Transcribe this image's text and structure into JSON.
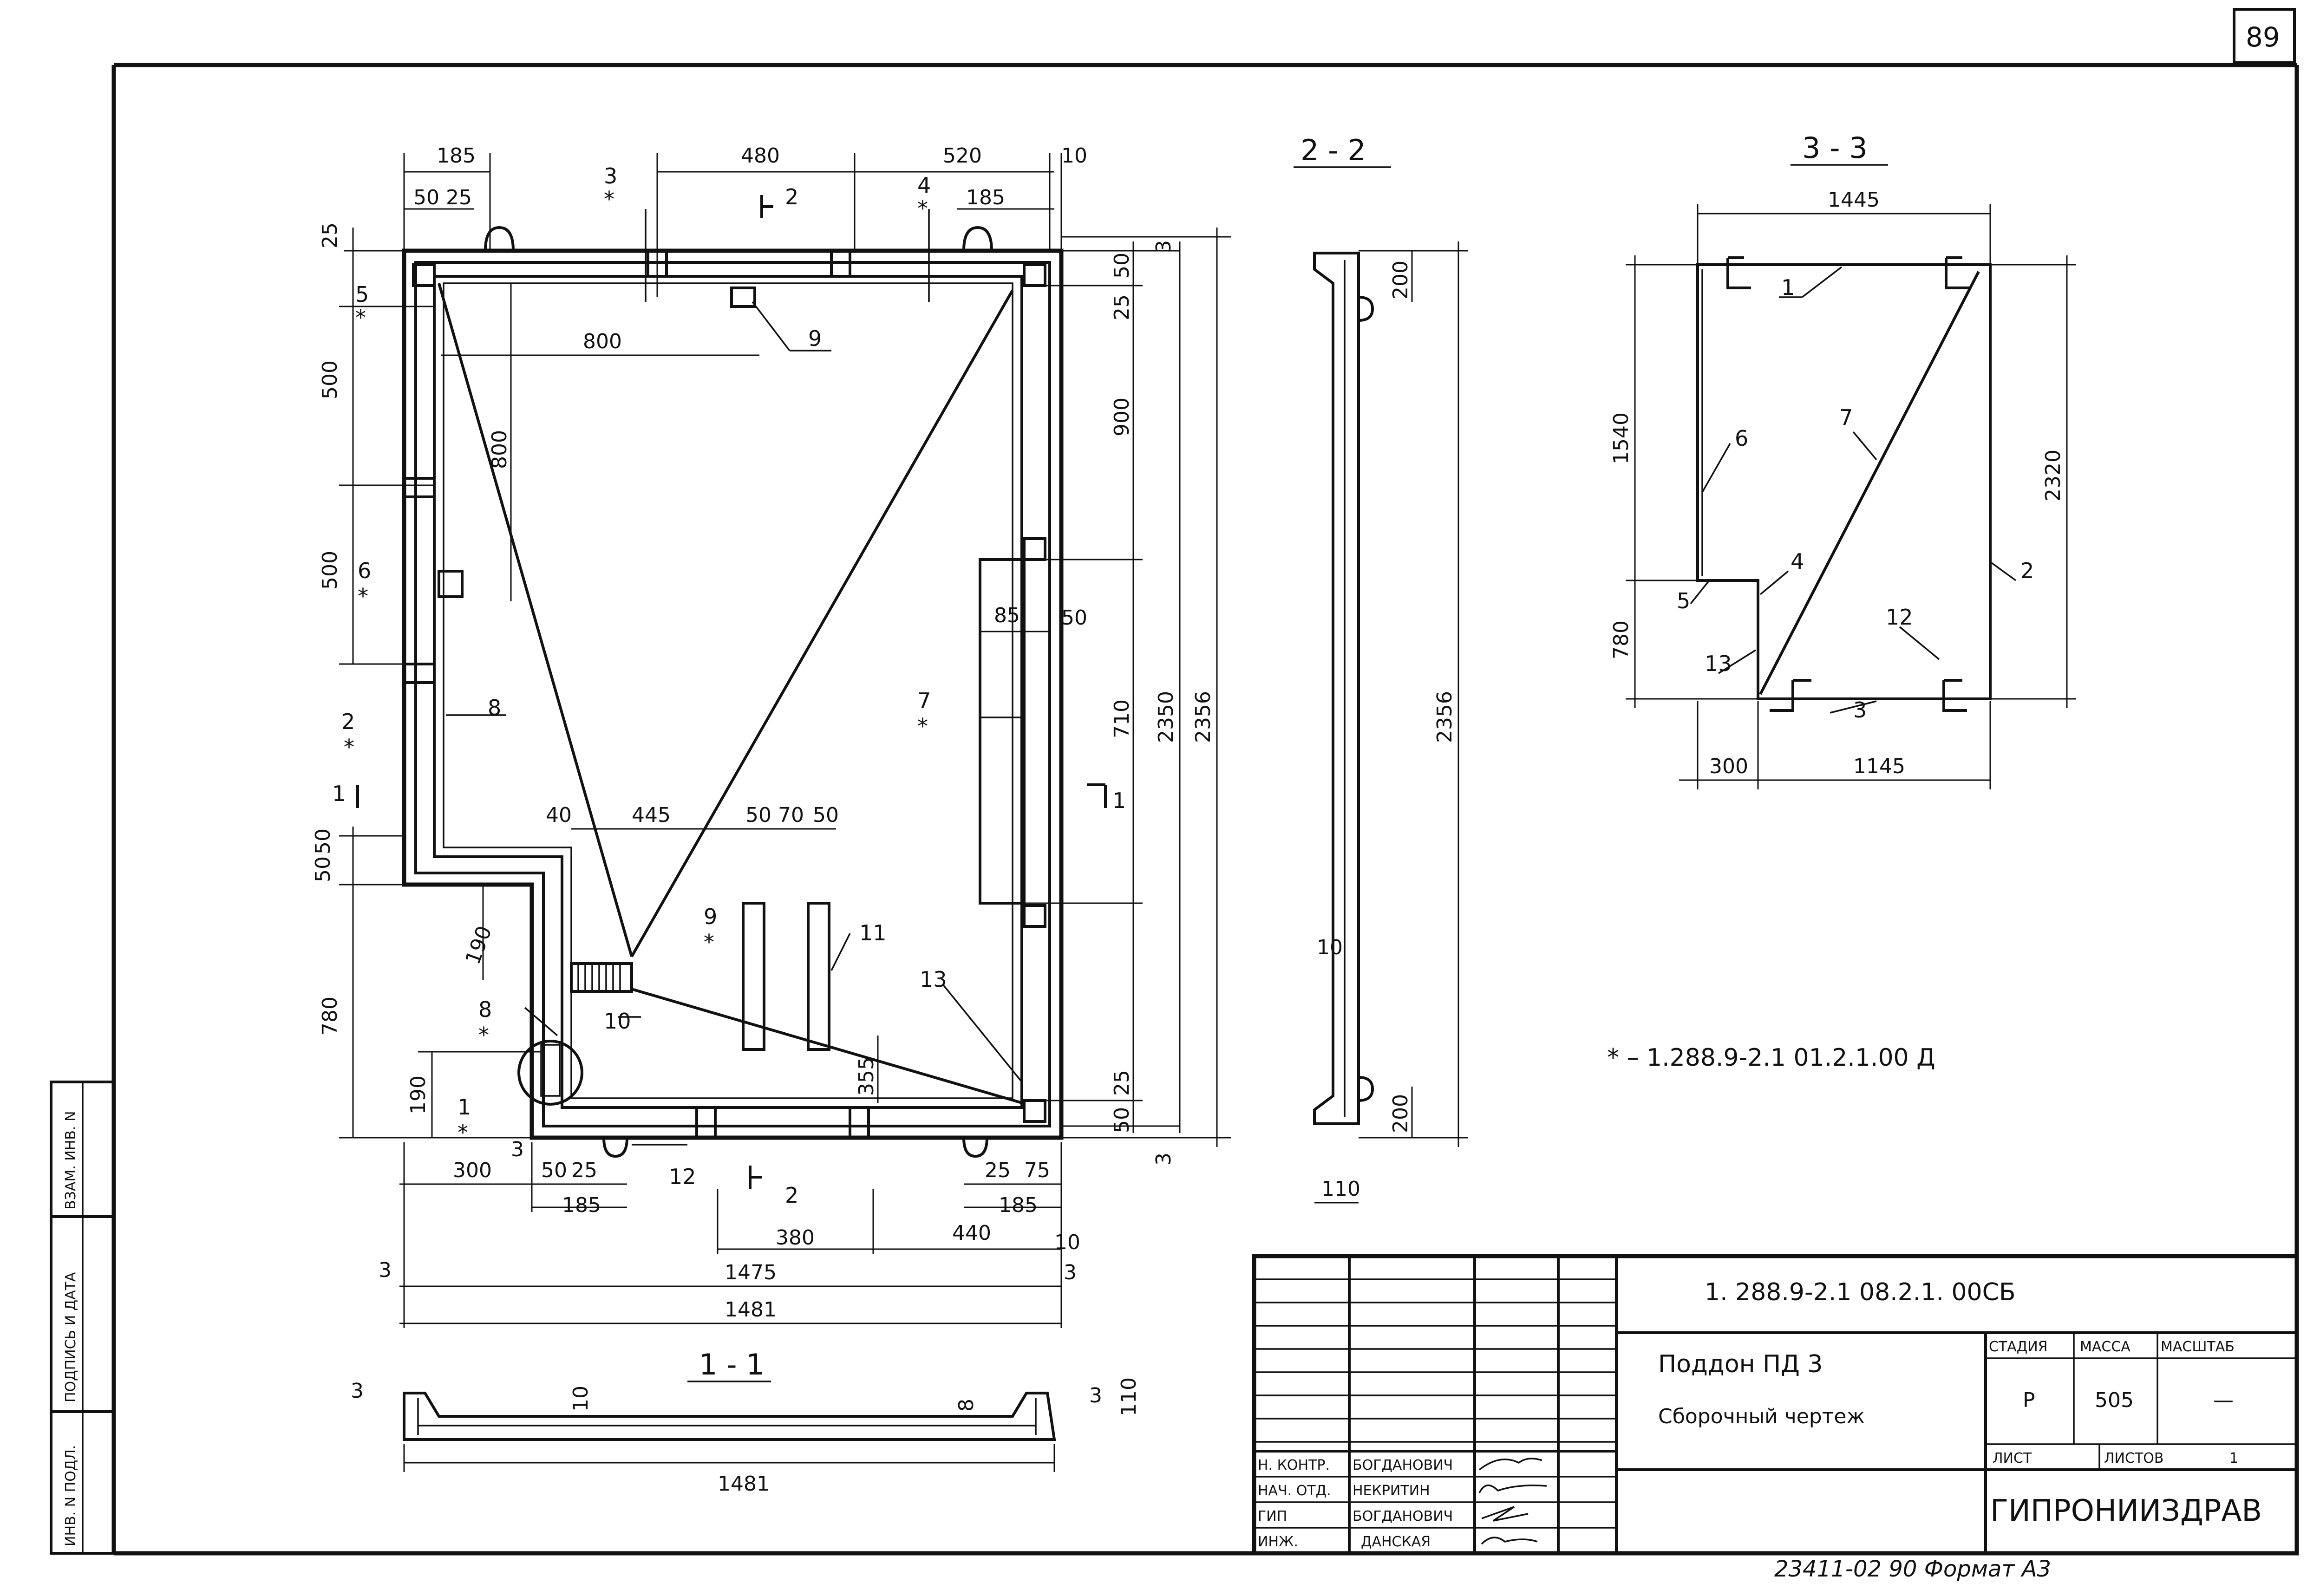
{
  "page_number": "89",
  "side_stamp": {
    "col1": "ИНВ. N ПОДЛ.",
    "col2": "ПОДПИСЬ И ДАТА",
    "col3": "ВЗАМ. ИНВ. N"
  },
  "plan": {
    "dims_top": [
      "185",
      "480",
      "520",
      "10",
      "50",
      "25",
      "185"
    ],
    "dims_left": [
      "25",
      "500",
      "500",
      "50",
      "50",
      "780",
      "190"
    ],
    "dims_inner": [
      "800",
      "800",
      "40",
      "445",
      "50",
      "70",
      "50",
      "85",
      "50",
      "190",
      "355"
    ],
    "dims_right": [
      "3",
      "50",
      "25",
      "900",
      "710",
      "2350",
      "2356",
      "25",
      "50",
      "3"
    ],
    "dims_bottom": [
      "3",
      "300",
      "50",
      "25",
      "185",
      "380",
      "25",
      "75",
      "185",
      "440",
      "10",
      "3",
      "1475",
      "3",
      "1481"
    ],
    "item_labels": [
      "1",
      "2",
      "3",
      "4",
      "5",
      "6",
      "7",
      "8",
      "9",
      "9",
      "10",
      "11",
      "12",
      "13"
    ],
    "star": "*",
    "section_marks": [
      "1",
      "1",
      "2",
      "2"
    ]
  },
  "section_1_1": {
    "title": "1 - 1",
    "dims": [
      "3",
      "10",
      "8",
      "3",
      "110",
      "1481"
    ]
  },
  "section_2_2": {
    "title": "2 - 2",
    "dims": [
      "200",
      "2356",
      "10",
      "200",
      "110"
    ]
  },
  "section_3_3": {
    "title": "3 - 3",
    "dims": [
      "1445",
      "1540",
      "2320",
      "780",
      "300",
      "1145"
    ],
    "item_labels": [
      "1",
      "2",
      "3",
      "4",
      "5",
      "6",
      "7",
      "12",
      "13"
    ]
  },
  "footnote": "* – 1.288.9-2.1  01.2.1.00 Д",
  "title_block": {
    "doc_code": "1. 288.9-2.1     08.2.1. 00СБ",
    "name_line1": "Поддон  ПД 3",
    "name_line2": "Сборочный чертеж",
    "stage_header": "СТАДИЯ",
    "mass_header": "МАССА",
    "scale_header": "МАСШТАБ",
    "stage": "Р",
    "mass": "505",
    "scale": "—",
    "sheet_label": "ЛИСТ",
    "sheets_label": "ЛИСТОВ",
    "sheets_count": "1",
    "org": "ГИПРОНИИЗДРАВ",
    "roles": [
      "Н. КОНТР.",
      "НАЧ. ОТД.",
      "ГИП",
      "ИНЖ."
    ],
    "names": [
      "БОГДАНОВИЧ",
      "НЕКРИТИН",
      "БОГДАНОВИЧ",
      "ДАНСКАЯ"
    ]
  },
  "bottom_line": "23411-02   90     Формат А3"
}
